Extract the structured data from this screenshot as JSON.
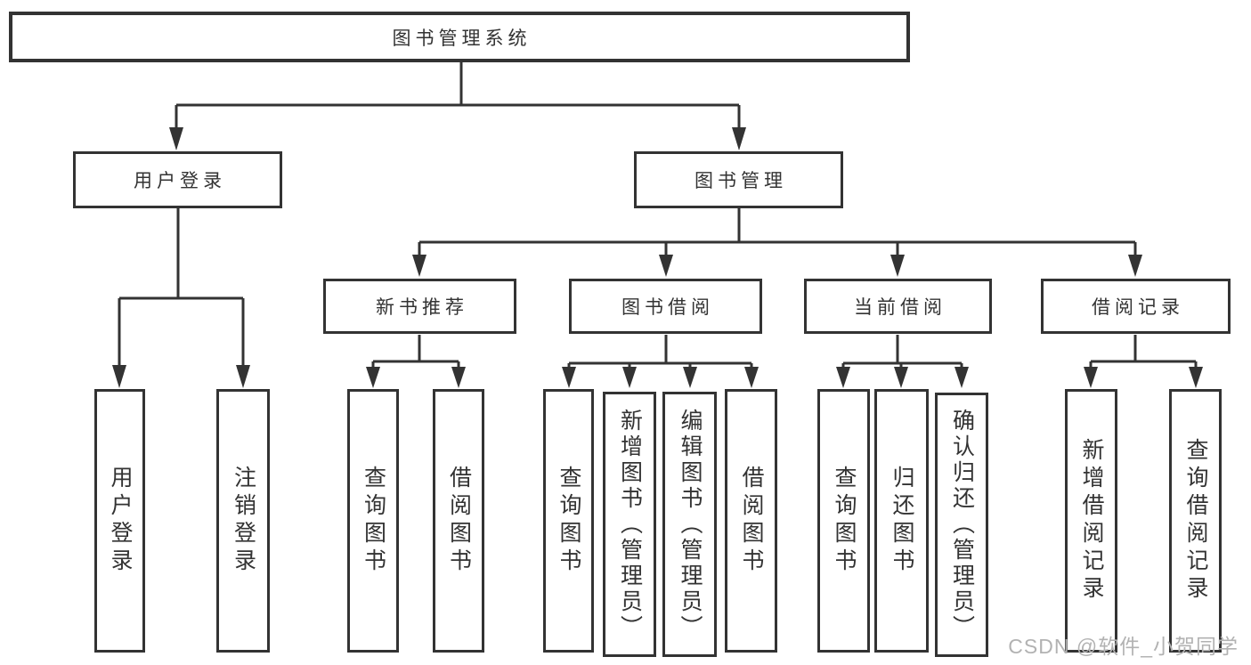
{
  "diagram": {
    "title": "图书管理系统",
    "branches": {
      "user_login": {
        "label": "用户登录",
        "children": [
          "用户登录",
          "注销登录"
        ]
      },
      "book_management": {
        "label": "图书管理",
        "sections": {
          "new_book_recommend": {
            "label": "新书推荐",
            "children": [
              "查询图书",
              "借阅图书"
            ]
          },
          "book_borrow": {
            "label": "图书借阅",
            "children": [
              "查询图书",
              "新增图书（管理员）",
              "编辑图书（管理员）",
              "借阅图书"
            ]
          },
          "current_borrow": {
            "label": "当前借阅",
            "children": [
              "查询图书",
              "归还图书",
              "确认归还（管理员）"
            ]
          },
          "borrow_record": {
            "label": "借阅记录",
            "children": [
              "新增借阅记录",
              "查询借阅记录"
            ]
          }
        }
      }
    },
    "colors": {
      "line": "#333333",
      "text": "#333333",
      "box_background": "#ffffff"
    }
  },
  "watermark": "CSDN @软件_小贺同学"
}
